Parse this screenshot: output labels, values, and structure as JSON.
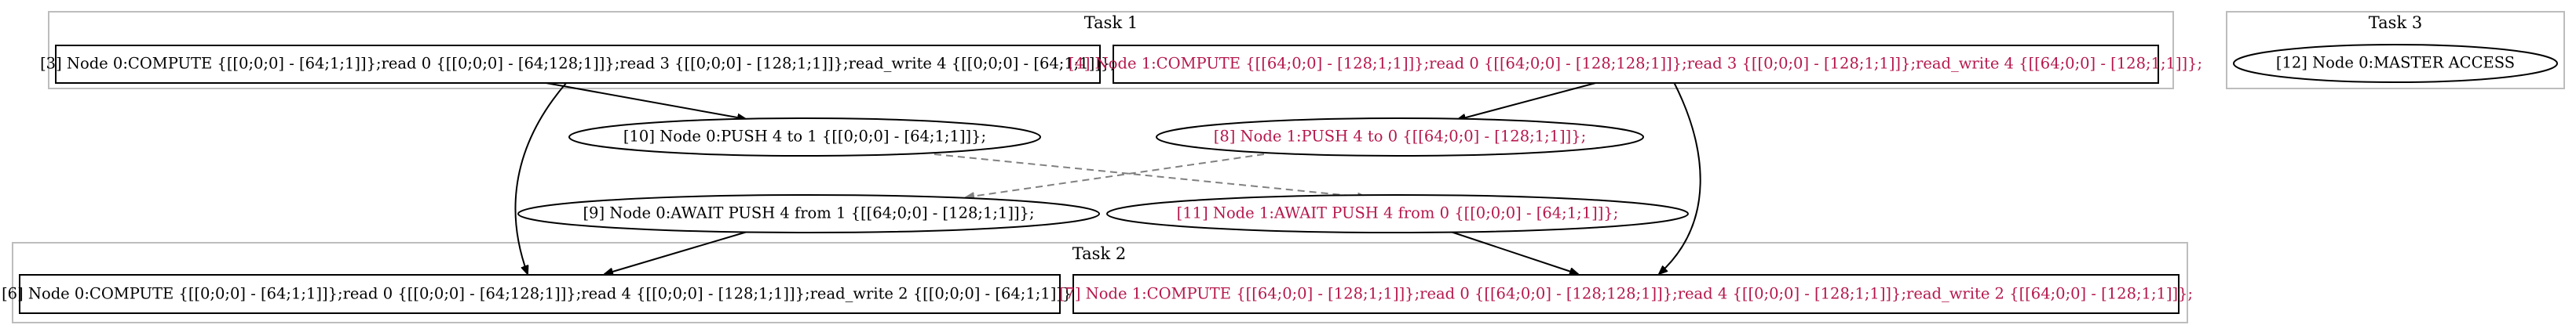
{
  "colors": {
    "node0_text": "#000000",
    "node1_text": "#b5174b",
    "cluster_border": "#bdbdbd",
    "dashed_edge": "#808080"
  },
  "clusters": {
    "task1": "Task 1",
    "task2": "Task 2",
    "task3": "Task 3"
  },
  "nodes": {
    "n3": "[3] Node 0:COMPUTE {[[0;0;0] - [64;1;1]]};read 0 {[[0;0;0] - [64;128;1]]};read 3 {[[0;0;0] - [128;1;1]]};read_write 4 {[[0;0;0] - [64;1;1]]};",
    "n4": "[4] Node 1:COMPUTE {[[64;0;0] - [128;1;1]]};read 0 {[[64;0;0] - [128;128;1]]};read 3 {[[0;0;0] - [128;1;1]]};read_write 4 {[[64;0;0] - [128;1;1]]};",
    "n12": "[12] Node 0:MASTER ACCESS",
    "n10": "[10] Node 0:PUSH 4 to 1 {[[0;0;0] - [64;1;1]]};",
    "n8": "[8] Node 1:PUSH 4 to 0 {[[64;0;0] - [128;1;1]]};",
    "n9": "[9] Node 0:AWAIT PUSH 4 from 1 {[[64;0;0] - [128;1;1]]};",
    "n11": "[11] Node 1:AWAIT PUSH 4 from 0 {[[0;0;0] - [64;1;1]]};",
    "n6": "[6] Node 0:COMPUTE {[[0;0;0] - [64;1;1]]};read 0 {[[0;0;0] - [64;128;1]]};read 4 {[[0;0;0] - [128;1;1]]};read_write 2 {[[0;0;0] - [64;1;1]]};",
    "n7": "[7] Node 1:COMPUTE {[[64;0;0] - [128;1;1]]};read 0 {[[64;0;0] - [128;128;1]]};read 4 {[[0;0;0] - [128;1;1]]};read_write 2 {[[64;0;0] - [128;1;1]]};"
  }
}
